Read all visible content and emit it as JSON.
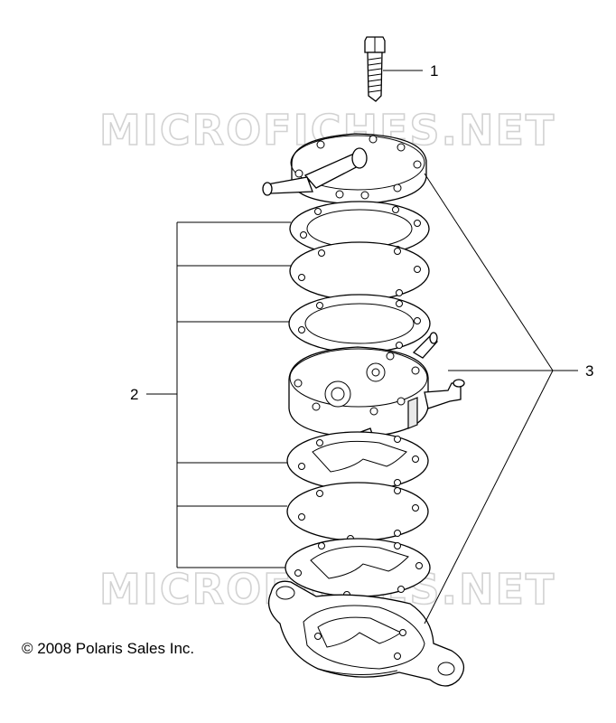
{
  "watermarks": [
    "MICROFICHES.NET",
    "MICROFICHES.NET"
  ],
  "callouts": [
    "1",
    "2",
    "3"
  ],
  "copyright": "© 2008 Polaris Sales Inc."
}
